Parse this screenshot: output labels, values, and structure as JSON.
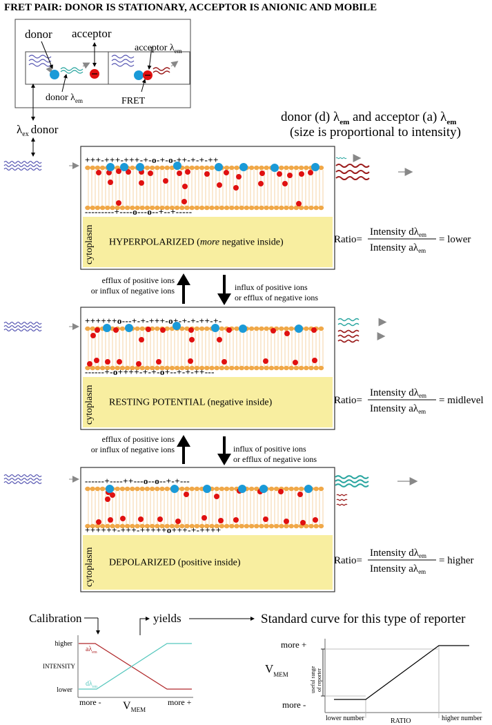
{
  "title": "FRET PAIR:  DONOR IS STATIONARY, ACCEPTOR IS ANIONIC AND MOBILE",
  "legend": {
    "donor": "donor",
    "acceptor": "acceptor",
    "donor_em": "donor λ",
    "acceptor_em": "acceptor λ",
    "em_sub": "em",
    "fret": "FRET",
    "ex_label": "λ",
    "ex_sub": "ex",
    "ex_donor": "donor"
  },
  "emission_header": {
    "line1_a": "donor (d) λ",
    "line1_b": " and acceptor (a) λ",
    "sub": "em",
    "line2": "(size is proportional to intensity)"
  },
  "cytoplasm_label": "cytoplasm",
  "ratio": {
    "prefix": "Ratio=",
    "numerator": "Intensity dλ",
    "denominator": "Intensity aλ",
    "sub": "em",
    "equals": "="
  },
  "panels": [
    {
      "state": "HYPERPOLARIZED (",
      "state_em": "more",
      "state_end": " negative inside)",
      "top_charges": "+++-+++-+++-+-o-+-o-++-+-+-++",
      "bottom_charges": "---------+----o---o--+--+-----",
      "ratio_value": "lower"
    },
    {
      "state": "RESTING POTENTIAL (negative inside)",
      "state_em": "",
      "state_end": "",
      "top_charges": "++++++o---+-+-+++-o+-+-+-++-+-",
      "bottom_charges": "------+-o++++-+-+-o+--+-+-++---",
      "ratio_value": "midlevel"
    },
    {
      "state": "DEPOLARIZED (positive inside)",
      "state_em": "",
      "state_end": "",
      "top_charges": "------+----++---o--o--+-+---",
      "bottom_charges": "++++++-+++-+++++o+++-+-++++",
      "ratio_value": "higher"
    }
  ],
  "transitions": {
    "up_line1": "efflux of positive ions",
    "up_line2": "or influx of negative ions",
    "down_line1": "influx of positive ions",
    "down_line2": "or efflux of negative ions"
  },
  "calibration": {
    "title": "Calibration",
    "yields": "yields",
    "standard_curve": "Standard curve for this type of reporter",
    "ylabel": "INTENSITY",
    "y_high": "higher",
    "y_low": "lower",
    "x_minus": "more -",
    "x_plus": "more +",
    "xlabel": "V",
    "xlabel_sub": "MEM",
    "acc_label": "aλ",
    "don_label": "dλ",
    "em_sub": "em",
    "acc_color": "#b0282a",
    "don_color": "#55c7bd"
  },
  "standard_curve": {
    "y_plus": "more +",
    "y_minus": "more -",
    "ylabel": "V",
    "ylabel_sub": "MEM",
    "useful_range_1": "useful range",
    "useful_range_2": "of reporter",
    "x_left": "lower number",
    "x_mid": "RATIO",
    "x_right": "higher number"
  },
  "colors": {
    "donor": "#1a9ad8",
    "acceptor": "#e01010",
    "excitation": "#5a5ab4",
    "donor_emission": "#2aa6a0",
    "acceptor_emission": "#9b1c1c",
    "membrane": "#f0a848",
    "cytoplasm": "#f8eea0"
  }
}
